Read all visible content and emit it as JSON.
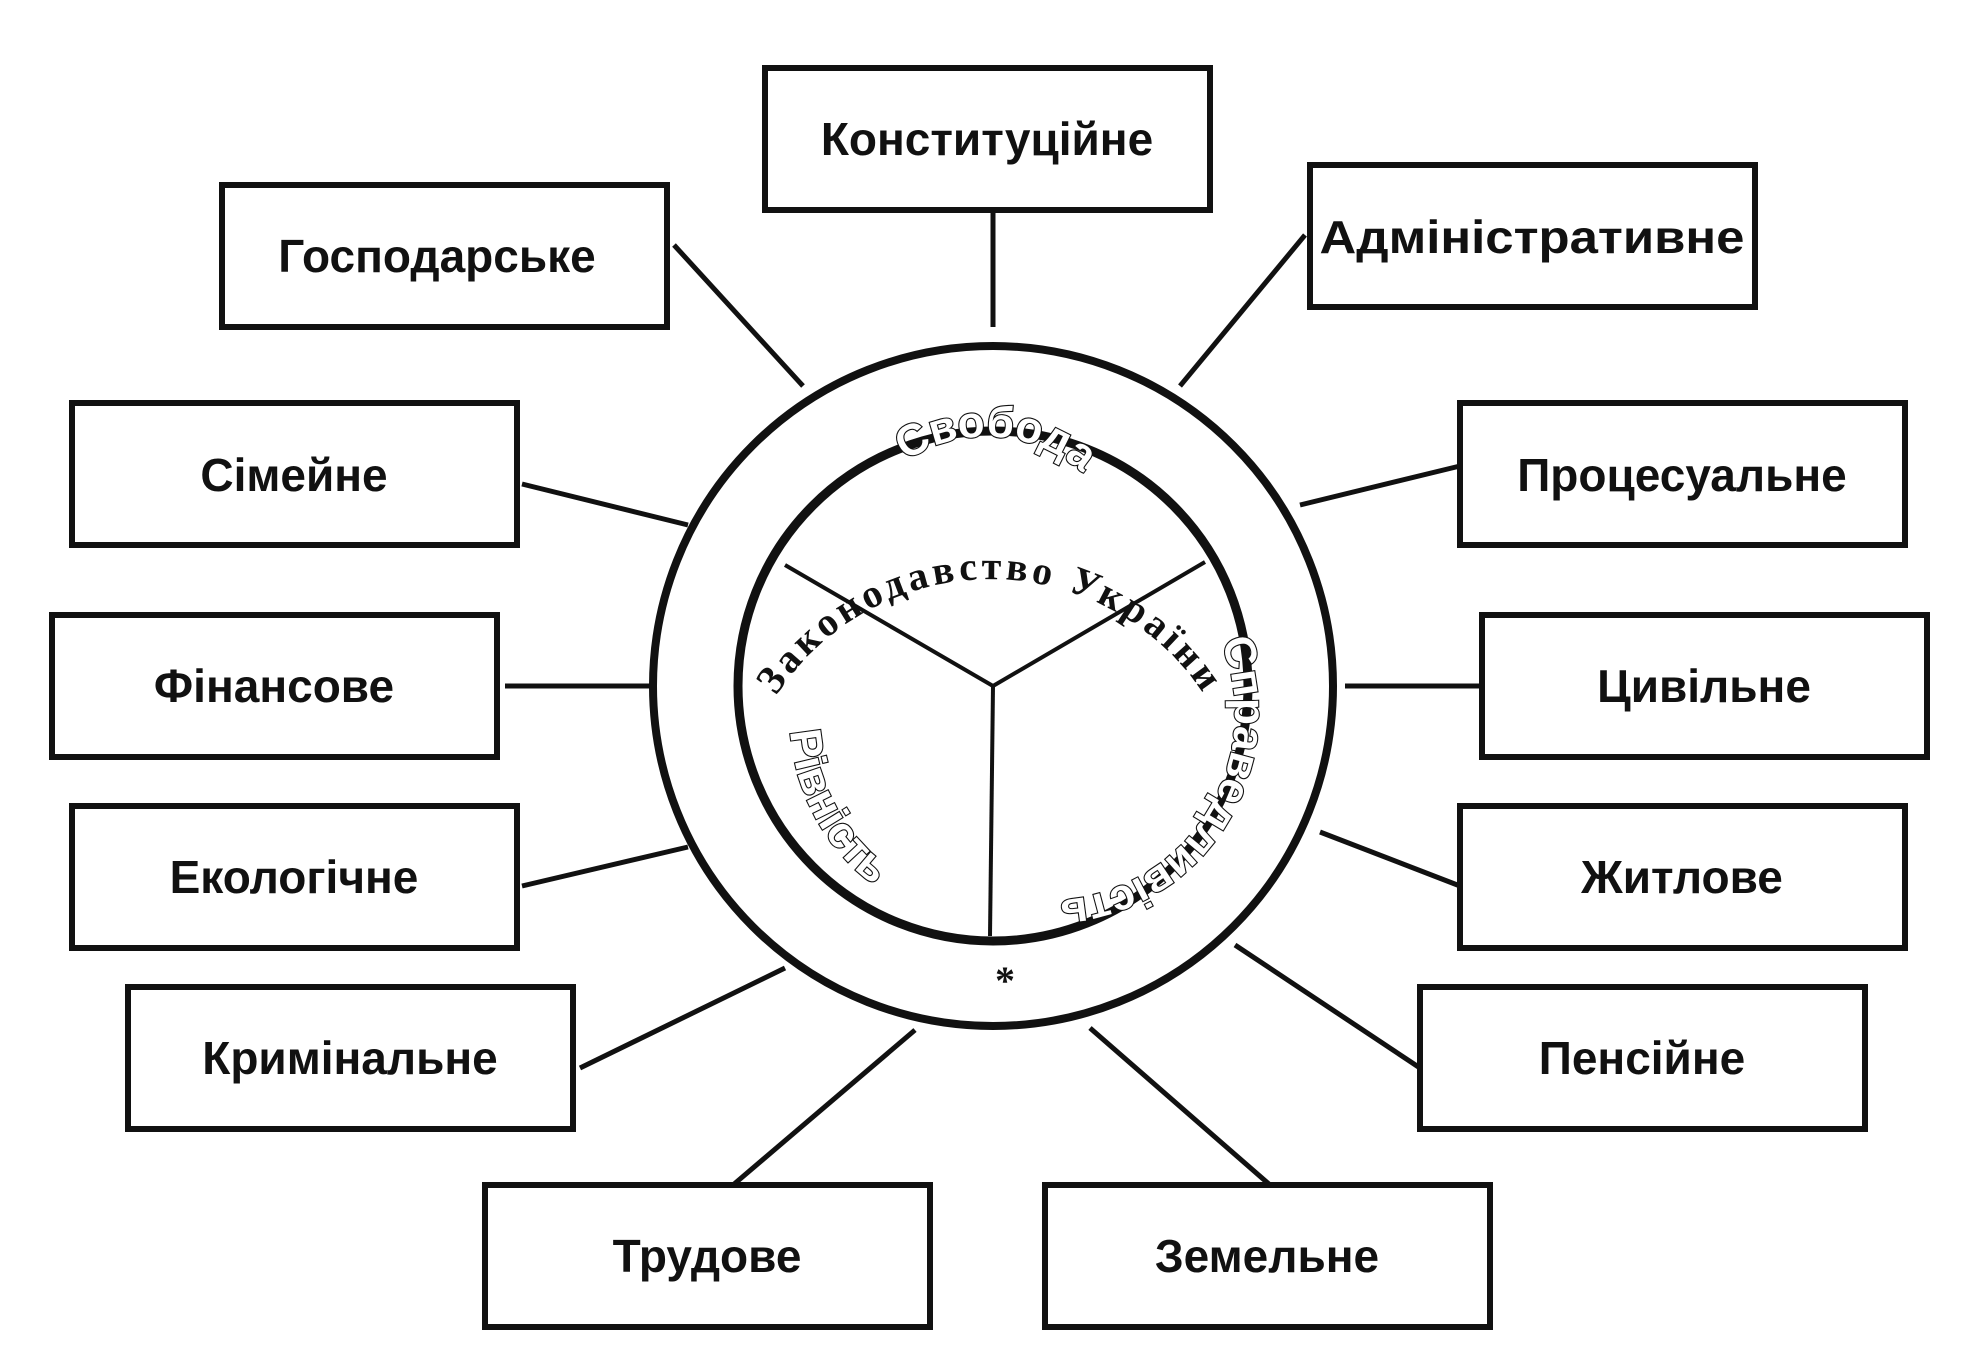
{
  "ring_text": "Законодавство України",
  "ring_separator": "*",
  "values": [
    {
      "id": "freedom",
      "label": "Свобода"
    },
    {
      "id": "justice",
      "label": "Справедливість"
    },
    {
      "id": "equality",
      "label": "Рівність"
    }
  ],
  "branches": [
    {
      "id": "constitutional",
      "label": "Конституційне"
    },
    {
      "id": "administrative",
      "label": "Адміністративне"
    },
    {
      "id": "procedural",
      "label": "Процесуальне"
    },
    {
      "id": "civil",
      "label": "Цивільне"
    },
    {
      "id": "housing",
      "label": "Житлове"
    },
    {
      "id": "pension",
      "label": "Пенсійне"
    },
    {
      "id": "land",
      "label": "Земельне"
    },
    {
      "id": "labor",
      "label": "Трудове"
    },
    {
      "id": "criminal",
      "label": "Кримінальне"
    },
    {
      "id": "ecological",
      "label": "Екологічне"
    },
    {
      "id": "financial",
      "label": "Фінансове"
    },
    {
      "id": "family",
      "label": "Сімейне"
    },
    {
      "id": "economic",
      "label": "Господарське"
    }
  ]
}
